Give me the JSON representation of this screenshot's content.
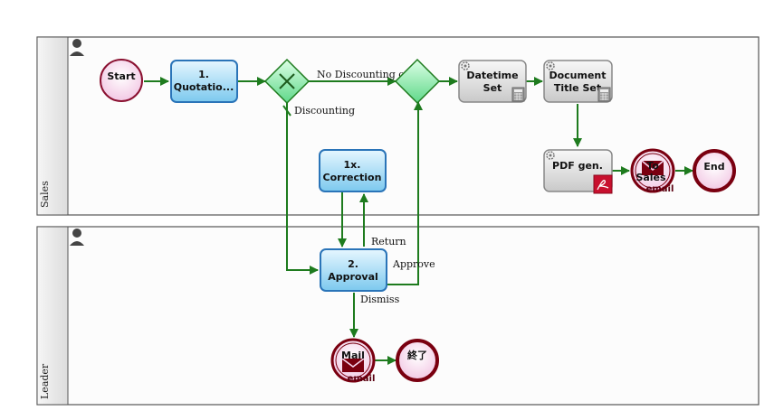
{
  "lanes": [
    {
      "label": "Sales"
    },
    {
      "label": "Leader"
    }
  ],
  "nodes": {
    "start": "Start",
    "quotation": [
      "1.",
      "Quotatio..."
    ],
    "correction": [
      "1x.",
      "Correction"
    ],
    "approval": [
      "2.",
      "Approval"
    ],
    "datetime": [
      "Datetime",
      "Set"
    ],
    "doc_title": [
      "Document",
      "Title Set"
    ],
    "pdf_gen": "PDF gen.",
    "to_sales": [
      "To",
      "Sales"
    ],
    "to_sales_tag": "email",
    "end": "End",
    "mail": "Mail",
    "mail_tag": "email",
    "end_jp": "終了"
  },
  "flows": {
    "no_discounting": "No Discounting or",
    "discounting": "Discounting",
    "return": "Return",
    "approve": "Approve",
    "dismiss": "Dismiss"
  },
  "icons": [
    "person-icon",
    "gear-icon",
    "calculator-icon",
    "pdf-icon",
    "envelope-icon"
  ],
  "colors": {
    "flow": "#1e7b1e",
    "task_fill": "#a9def7",
    "task_border": "#2a74b8",
    "system_task_fill": "#d6d6d6",
    "gateway_fill": "#8ce9a8",
    "start_fill": "#f6d6ee",
    "end_border": "#7a0010"
  }
}
